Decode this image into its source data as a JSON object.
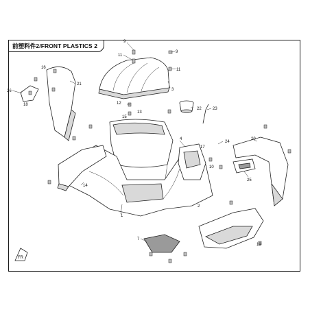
{
  "title": "前塑料件2/FRONT PLASTICS 2",
  "orientation_badge": "FR",
  "callouts": {
    "c1": "1",
    "c2": "2",
    "c3": "3",
    "c4": "4",
    "c7": "7",
    "c9a": "9",
    "c9b": "9",
    "c10": "10",
    "c11a": "11",
    "c11b": "11",
    "c12": "12",
    "c13": "13",
    "c14": "14",
    "c15": "15",
    "c16": "16",
    "c17": "17",
    "c18": "18",
    "c19": "19",
    "c20": "20",
    "c21": "21",
    "c22": "22",
    "c23": "23",
    "c24": "24",
    "c25": "25",
    "c26": "26"
  }
}
